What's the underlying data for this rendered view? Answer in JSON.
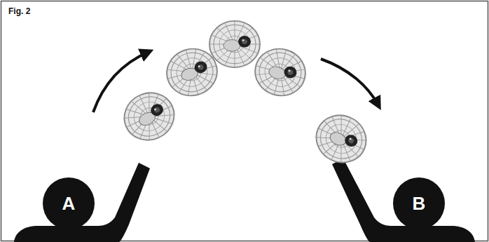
{
  "diagram": {
    "nodes": [
      {
        "text": [
          "A"
        ]
      },
      {
        "text": [
          "B"
        ]
      }
    ],
    "labels": [
      "Fig. 2"
    ]
  }
}
